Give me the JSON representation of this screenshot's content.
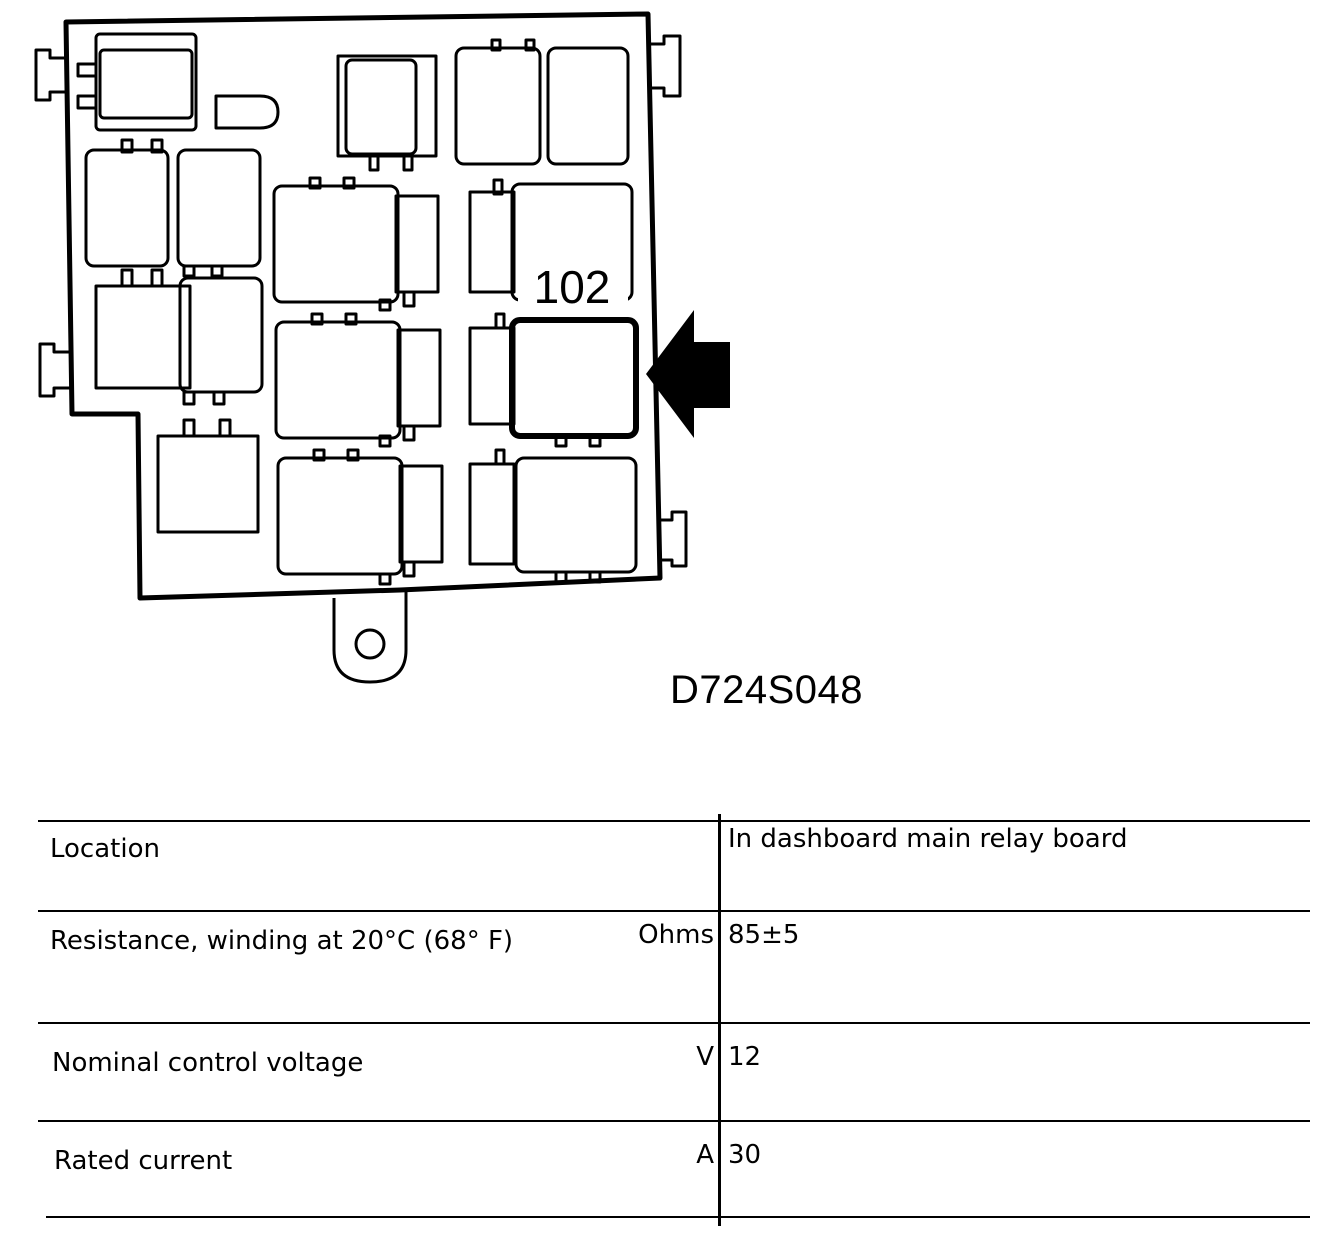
{
  "diagram": {
    "callout_label": "102",
    "caption": "D724S048"
  },
  "specs": {
    "rows": [
      {
        "label": "Location",
        "unit": "",
        "value": "In dashboard main relay board"
      },
      {
        "label": "Resistance, winding at 20°C (68° F)",
        "unit": "Ohms",
        "value": "85±5"
      },
      {
        "label": "Nominal control voltage",
        "unit": "V",
        "value": "12"
      },
      {
        "label": "Rated current",
        "unit": "A",
        "value": "30"
      }
    ]
  }
}
